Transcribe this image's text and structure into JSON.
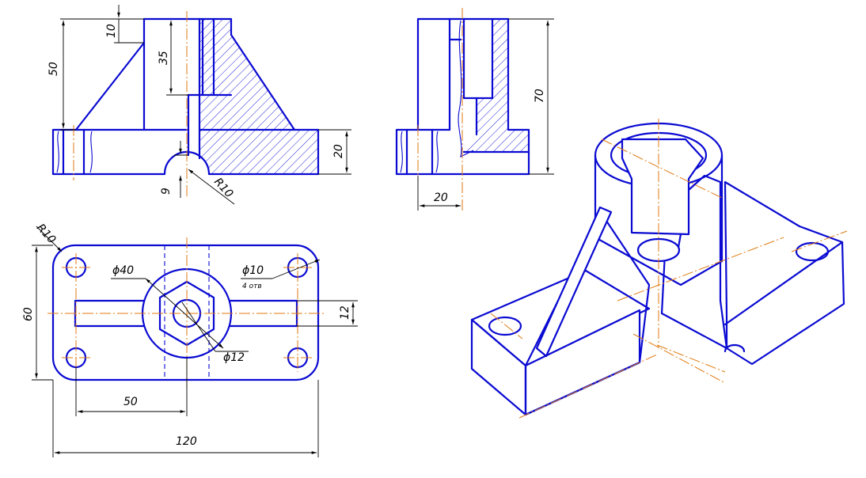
{
  "colors": {
    "outline": "#0a0ad2",
    "axis": "#e07a10",
    "dimension": "#000000",
    "background": "#ffffff"
  },
  "front_view": {
    "dim_top_offset": "10",
    "dim_height": "50",
    "dim_bore_depth": "35",
    "dim_base_height": "20",
    "dim_slot_depth": "9",
    "dim_slot_radius": "R10"
  },
  "side_view": {
    "dim_total_height": "70",
    "dim_wall": "20"
  },
  "top_view": {
    "dim_corner_radius": "R10",
    "dim_boss_dia": "ϕ40",
    "dim_hole_dia": "ϕ10",
    "dim_hole_count": "4 отв",
    "dim_bore_dia": "ϕ12",
    "dim_slot_width": "12",
    "dim_width": "60",
    "dim_center_dist": "50",
    "dim_length": "120"
  }
}
